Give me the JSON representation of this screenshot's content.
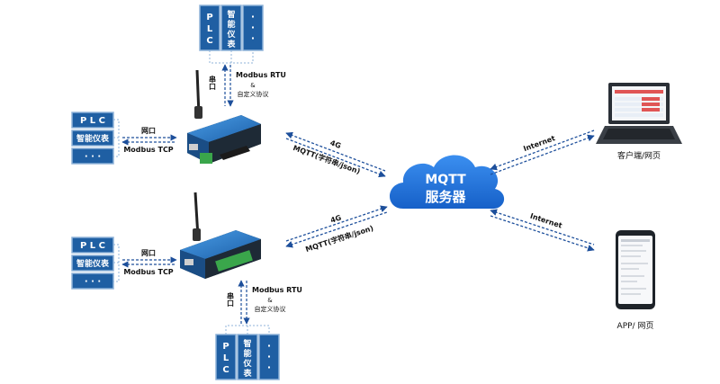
{
  "colors": {
    "device_blue": "#1f5fa3",
    "cloud_blue": "#1a6fd6",
    "link_blue": "#1d4f9b",
    "gateway_body": "#2c7fd1"
  },
  "top_stack": {
    "col1": [
      "P",
      "L",
      "C"
    ],
    "col2": [
      "智",
      "能",
      "仪",
      "表"
    ],
    "col3": [
      "·",
      "·",
      "·"
    ]
  },
  "bottom_stack": {
    "col1": [
      "P",
      "L",
      "C"
    ],
    "col2": [
      "智",
      "能",
      "仪",
      "表"
    ],
    "col3": [
      "·",
      "·",
      "·"
    ]
  },
  "left_top": {
    "row1": "P L C",
    "row2": "智能仪表",
    "row3": "· · ·"
  },
  "left_bottom": {
    "row1": "P L C",
    "row2": "智能仪表",
    "row3": "· · ·"
  },
  "link_top_left": {
    "top": "网口",
    "bottom": "Modbus TCP"
  },
  "link_bottom_left": {
    "top": "网口",
    "bottom": "Modbus TCP"
  },
  "serial_top": {
    "vertical": "串口",
    "line1": "Modbus RTU",
    "line2": "&",
    "line3": "自定义协议"
  },
  "serial_bottom": {
    "vertical": "串口",
    "line1": "Modbus RTU",
    "line2": "&",
    "line3": "自定义协议"
  },
  "link_4g_top": {
    "top": "4G",
    "bottom": "MQTT(字符串/json)"
  },
  "link_4g_bottom": {
    "top": "4G",
    "bottom": "MQTT(字符串/json)"
  },
  "cloud": {
    "line1": "MQTT",
    "line2": "服务器"
  },
  "internet_top": "Internet",
  "internet_bottom": "Internet",
  "laptop_label": "客户端/网页",
  "phone_label": "APP/ 网页"
}
